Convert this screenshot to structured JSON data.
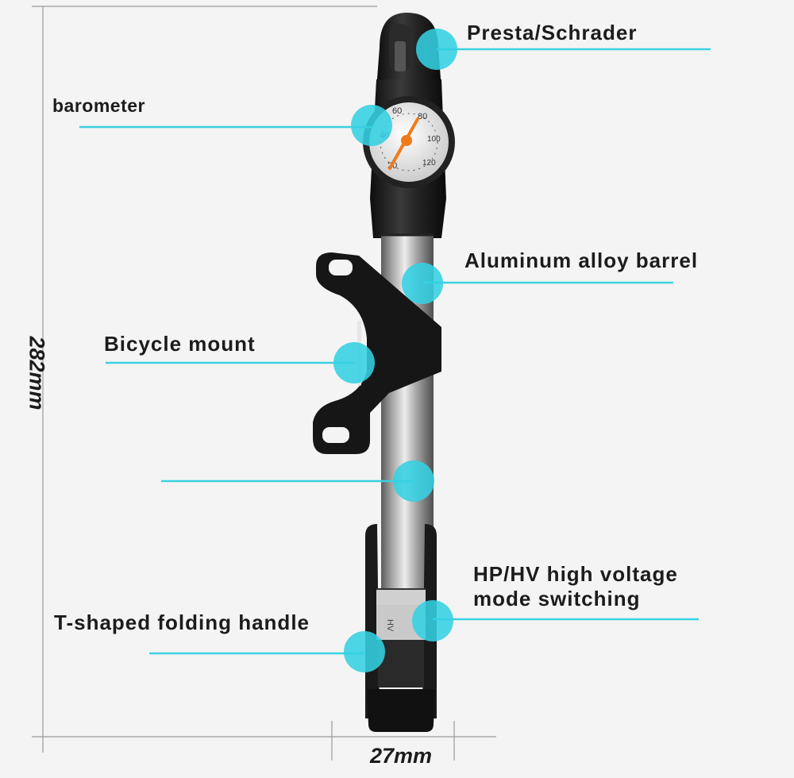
{
  "callouts": {
    "valve": "Presta/Schrader",
    "gauge": "barometer",
    "barrel": "Aluminum alloy barrel",
    "mount": "Bicycle mount",
    "mode_line1": "HP/HV high voltage",
    "mode_line2": "mode switching",
    "handle": "T-shaped folding handle"
  },
  "dimensions": {
    "length": "282mm",
    "diameter": "27mm"
  },
  "gauge_face": {
    "scale": [
      "20",
      "40",
      "60",
      "80",
      "100",
      "120"
    ]
  },
  "mode_mark": "HV",
  "colors": {
    "background": "#f4f4f4",
    "callout_line": "#3ad2e2",
    "callout_dot": "#34d0e2",
    "pump_body": "#1b1b1b",
    "barrel_metal": "#a7a7a7",
    "gauge_needle": "#f07a1a",
    "text": "#1c1c1c"
  }
}
